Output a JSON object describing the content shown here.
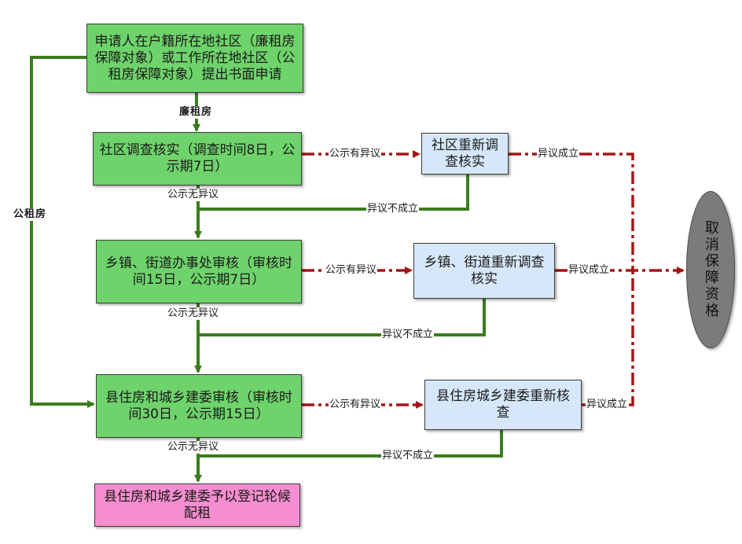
{
  "nodes": {
    "apply": "申请人在户籍所在地社区（廉租房保障对象）或工作所在地社区（公租房保障对象）提出书面申请",
    "community_check": "社区调查核实（调查时间8日，公示期7日）",
    "community_recheck": "社区重新调查核实",
    "town_review": "乡镇、街道办事处审核（审核时间15日，公示期7日）",
    "town_recheck": "乡镇、街道重新调查核实",
    "county_review": "县住房和城乡建委审核（审核时间30日，公示期15日）",
    "county_recheck": "县住房城乡建委重新核查",
    "register": "县住房和城乡建委予以登记轮候配租",
    "cancel": "取消保障资格"
  },
  "labels": {
    "lianzu": "廉租房",
    "gongzu": "公租房",
    "objection_1": "公示有异议",
    "objection_2": "公示有异议",
    "objection_3": "公示有异议",
    "no_objection_1": "公示无异议",
    "no_objection_2": "公示无异议",
    "no_objection_3": "公示无异议",
    "upheld_1": "异议成立",
    "upheld_2": "异议成立",
    "upheld_3": "异议成立",
    "rejected_1": "异议不成立",
    "rejected_2": "异议不成立",
    "rejected_3": "异议不成立"
  },
  "colors": {
    "green_fill": "#6ed36b",
    "blue_fill": "#d6e7f9",
    "pink_fill": "#f58ed0",
    "gray_fill": "#7b7b7b",
    "green_line": "#3a7d1e",
    "red_dash": "#a31515"
  }
}
